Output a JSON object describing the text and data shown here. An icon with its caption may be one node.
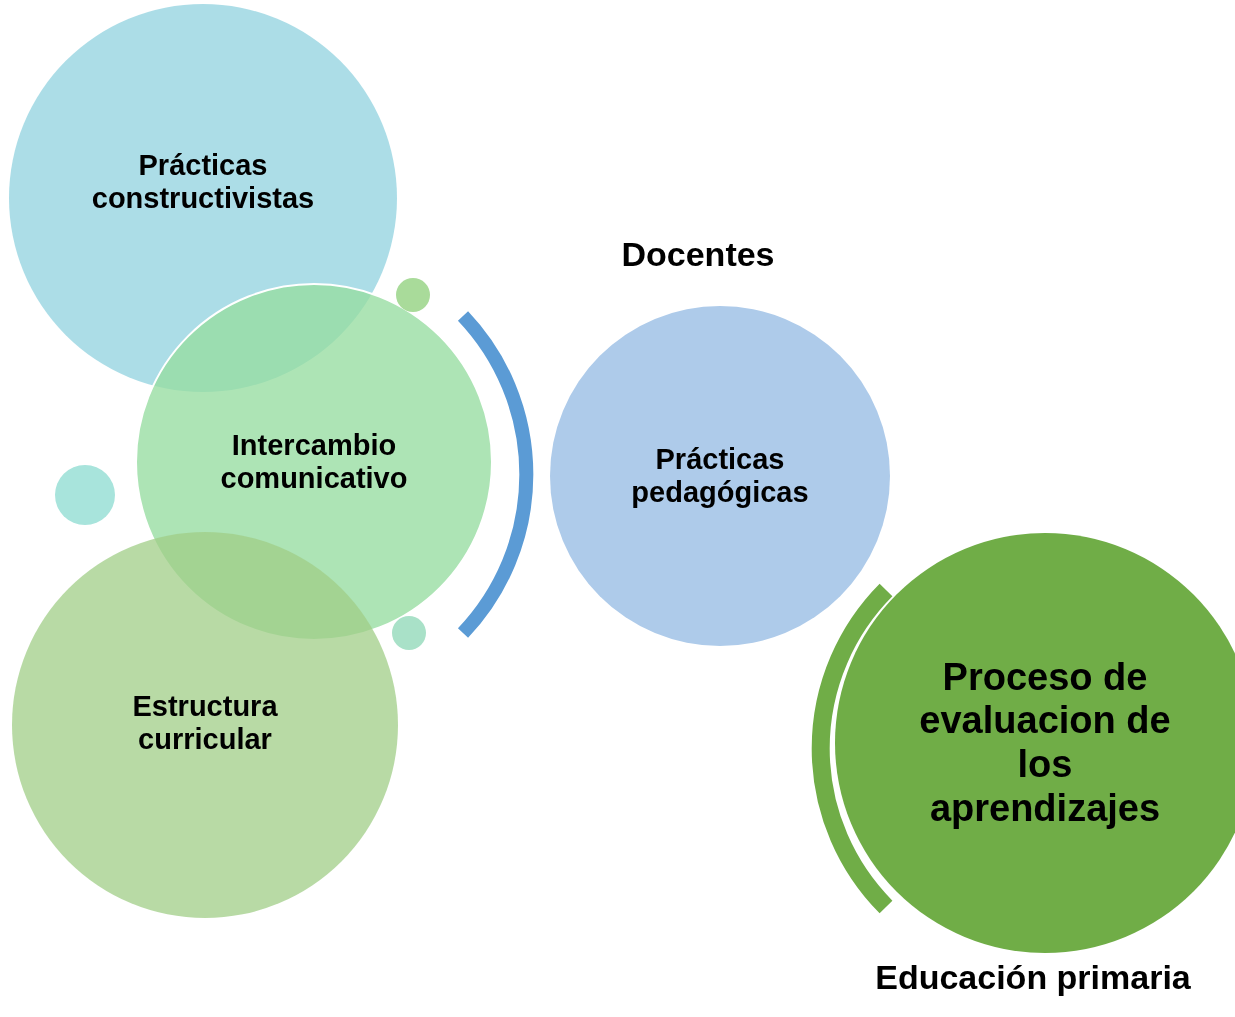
{
  "diagram": {
    "nodes": [
      {
        "text": [
          "Prácticas constructivistas"
        ]
      },
      {
        "text": [
          "Intercambio comunicativo"
        ]
      },
      {
        "text": [
          "Estructura curricular"
        ]
      },
      {
        "text": [],
        "shape": "circle"
      },
      {
        "text": [],
        "shape": "circle"
      },
      {
        "text": [],
        "shape": "circle"
      },
      {
        "text": [
          "Prácticas pedagógicas"
        ],
        "beside": [
          "Docentes"
        ]
      },
      {
        "text": [
          "Proceso de evaluacion de los aprendizajes"
        ],
        "beside": [
          "Educación primaria"
        ]
      }
    ]
  }
}
